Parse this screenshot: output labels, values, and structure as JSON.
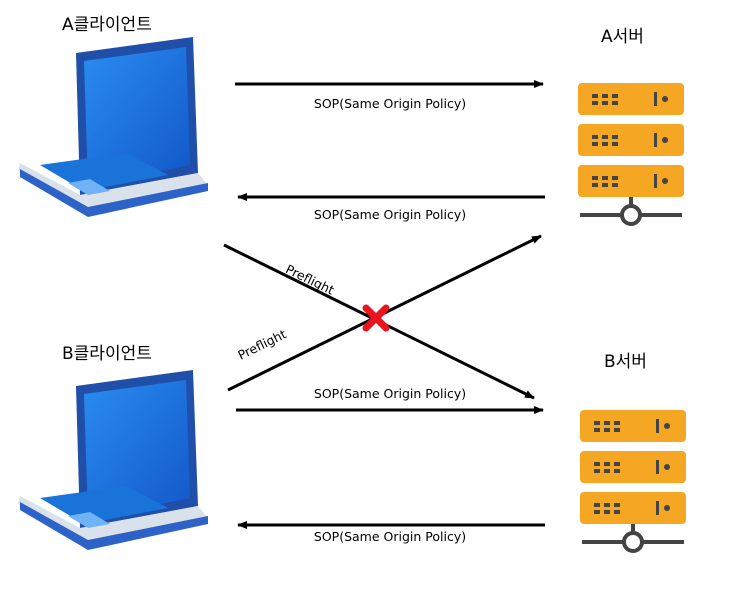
{
  "diagram": {
    "client_a": "A클라이언트",
    "client_b": "B클라이언트",
    "server_a": "A서버",
    "server_b": "B서버",
    "arrows": {
      "a_to_server_a": "SOP(Same Origin Policy)",
      "server_a_to_a": "SOP(Same Origin Policy)",
      "b_to_server_b": "SOP(Same Origin Policy)",
      "server_b_to_b": "SOP(Same Origin Policy)",
      "a_to_server_b": "Preflight",
      "b_to_server_a": "Preflight"
    },
    "blocked_marker": "✖",
    "colors": {
      "server_orange": "#f5a623",
      "server_dark": "#444444",
      "laptop_blue": "#1a73d9",
      "laptop_body": "#e8edf3",
      "blocked_red": "#e8141e"
    }
  }
}
